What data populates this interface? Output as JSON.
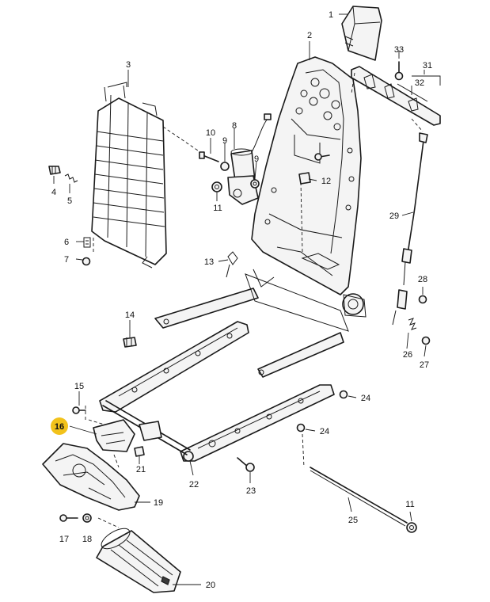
{
  "callouts": [
    {
      "id": "c1",
      "label": "1"
    },
    {
      "id": "c2",
      "label": "2"
    },
    {
      "id": "c3",
      "label": "3"
    },
    {
      "id": "c4",
      "label": "4"
    },
    {
      "id": "c5",
      "label": "5"
    },
    {
      "id": "c6",
      "label": "6"
    },
    {
      "id": "c7",
      "label": "7"
    },
    {
      "id": "c8",
      "label": "8"
    },
    {
      "id": "c9a",
      "label": "9"
    },
    {
      "id": "c9b",
      "label": "9"
    },
    {
      "id": "c10",
      "label": "10"
    },
    {
      "id": "c11a",
      "label": "11"
    },
    {
      "id": "c11b",
      "label": "11"
    },
    {
      "id": "c12",
      "label": "12"
    },
    {
      "id": "c13",
      "label": "13"
    },
    {
      "id": "c14",
      "label": "14"
    },
    {
      "id": "c15",
      "label": "15"
    },
    {
      "id": "c16",
      "label": "16",
      "highlighted": true
    },
    {
      "id": "c17",
      "label": "17"
    },
    {
      "id": "c18",
      "label": "18"
    },
    {
      "id": "c19",
      "label": "19"
    },
    {
      "id": "c20",
      "label": "20"
    },
    {
      "id": "c21",
      "label": "21"
    },
    {
      "id": "c22",
      "label": "22"
    },
    {
      "id": "c23",
      "label": "23"
    },
    {
      "id": "c24a",
      "label": "24"
    },
    {
      "id": "c24b",
      "label": "24"
    },
    {
      "id": "c25",
      "label": "25"
    },
    {
      "id": "c26",
      "label": "26"
    },
    {
      "id": "c27",
      "label": "27"
    },
    {
      "id": "c28",
      "label": "28"
    },
    {
      "id": "c29",
      "label": "29"
    },
    {
      "id": "c31",
      "label": "31"
    },
    {
      "id": "c32",
      "label": "32"
    },
    {
      "id": "c33",
      "label": "33"
    }
  ],
  "colors": {
    "line": "#1a1a1a",
    "highlight": "#f2c21b",
    "background": "#ffffff"
  }
}
